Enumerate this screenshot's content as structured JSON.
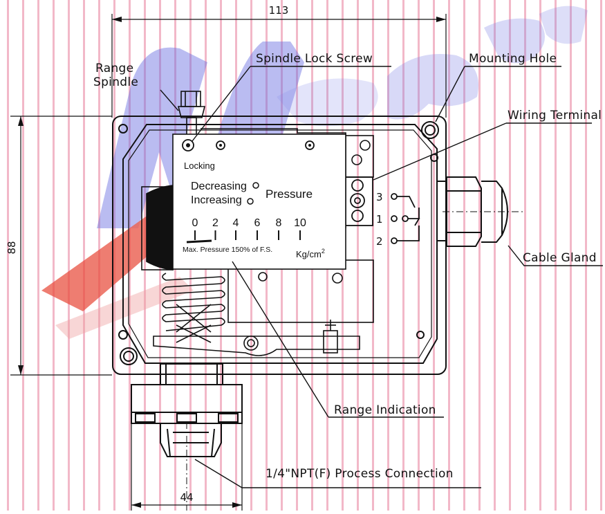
{
  "dimensions": {
    "top_width": "113",
    "left_height": "88",
    "bottom_width": "44"
  },
  "callouts": {
    "range_spindle_line1": "Range",
    "range_spindle_line2": "Spindle",
    "spindle_lock_screw": "Spindle Lock Screw",
    "mounting_hole": "Mounting Hole",
    "wiring_terminal": "Wiring Terminal",
    "cable_gland": "Cable Gland",
    "range_indication": "Range Indication",
    "process_connection": "1/4\"NPT(F) Process Connection"
  },
  "scale_plate": {
    "locking": "Locking",
    "decreasing": "Decreasing",
    "increasing": "Increasing",
    "pressure": "Pressure",
    "ticks": [
      "0",
      "2",
      "4",
      "6",
      "8",
      "10"
    ],
    "max_note": "Max. Pressure 150% of F.S.",
    "unit": "Kg/cm",
    "unit_exp": "2"
  },
  "terminals": [
    "3",
    "1",
    "2"
  ],
  "colors": {
    "stripe": "#f2b8c8",
    "watermark_blue": "#5b5fd6",
    "watermark_red": "#e43030",
    "line": "#111111"
  }
}
